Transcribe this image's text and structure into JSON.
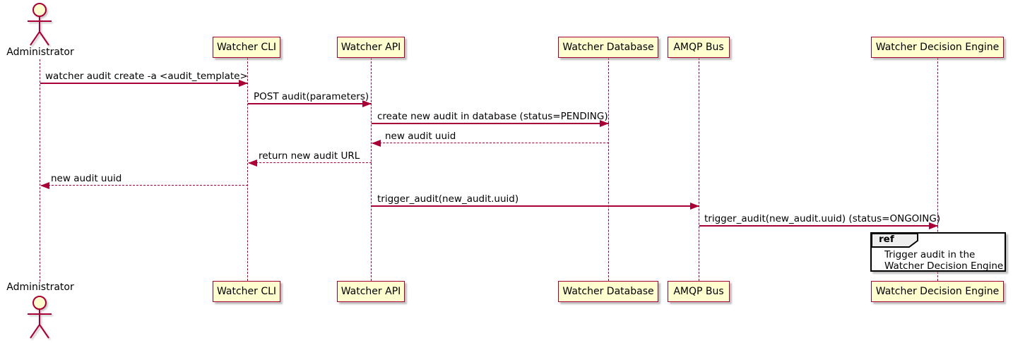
{
  "colors": {
    "background": "#FFFFFF",
    "participant_fill": "#FEFECE",
    "stroke": "#A80036",
    "text_color": "#000000",
    "ref_fill": "#FFFFFF",
    "ref_border": "#000000",
    "ref_tab_fill": "#EEEEEE"
  },
  "actor": {
    "label": "Administrator"
  },
  "participants": [
    {
      "label": "Watcher CLI"
    },
    {
      "label": "Watcher API"
    },
    {
      "label": "Watcher Database"
    },
    {
      "label": "AMQP Bus"
    },
    {
      "label": "Watcher Decision Engine"
    }
  ],
  "messages": [
    {
      "text": "watcher audit create -a <audit_template>",
      "from": "Administrator",
      "to": "Watcher CLI",
      "line": "solid"
    },
    {
      "text": "POST audit(parameters)",
      "from": "Watcher CLI",
      "to": "Watcher API",
      "line": "solid"
    },
    {
      "text": "create new audit in database (status=PENDING)",
      "from": "Watcher API",
      "to": "Watcher Database",
      "line": "solid"
    },
    {
      "text": "new audit uuid",
      "from": "Watcher Database",
      "to": "Watcher API",
      "line": "dashed"
    },
    {
      "text": "return new audit URL",
      "from": "Watcher API",
      "to": "Watcher CLI",
      "line": "dashed"
    },
    {
      "text": "new audit uuid",
      "from": "Watcher CLI",
      "to": "Administrator",
      "line": "dashed"
    },
    {
      "text": "trigger_audit(new_audit.uuid)",
      "from": "Watcher API",
      "to": "AMQP Bus",
      "line": "solid"
    },
    {
      "text": "trigger_audit(new_audit.uuid) (status=ONGOING)",
      "from": "AMQP Bus",
      "to": "Watcher Decision Engine",
      "line": "solid"
    }
  ],
  "ref": {
    "keyword": "ref",
    "line1": "Trigger audit in the",
    "line2": "Watcher Decision Engine"
  }
}
